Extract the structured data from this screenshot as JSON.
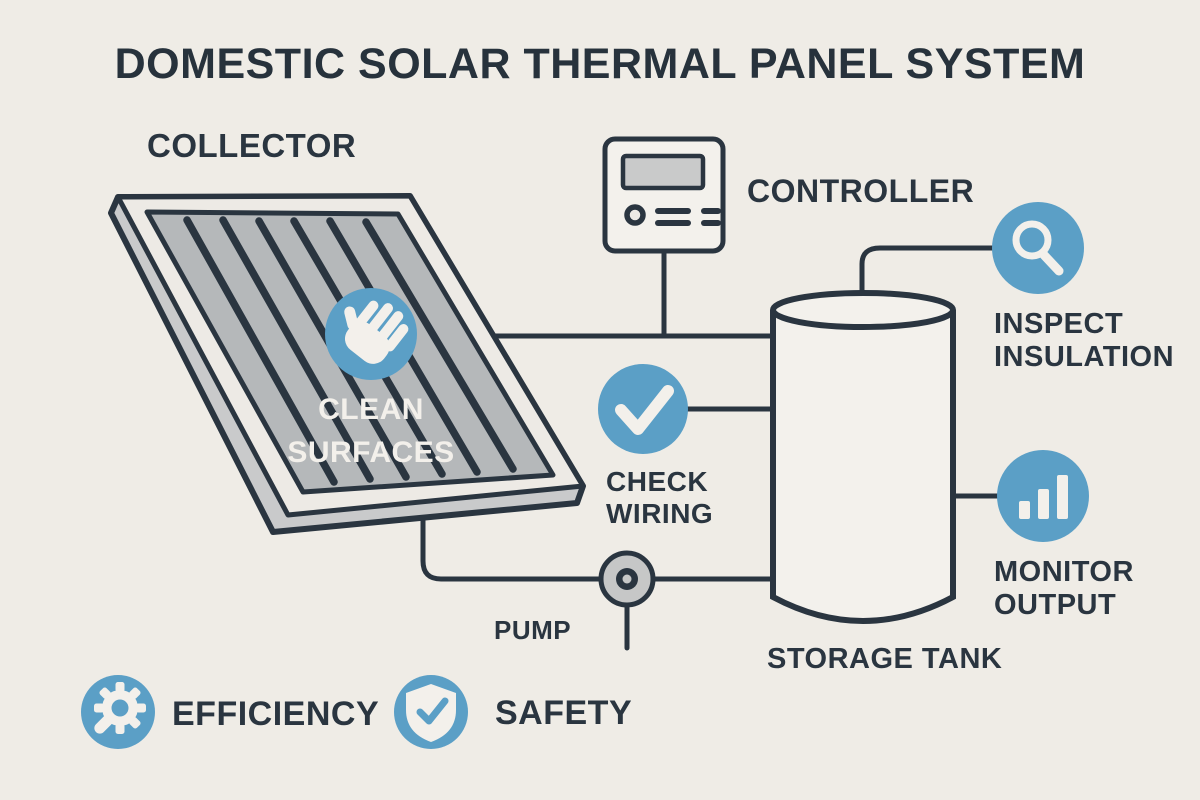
{
  "title": "DOMESTIC SOLAR THERMAL PANEL SYSTEM",
  "colors": {
    "background": "#EFECE6",
    "ink": "#2A3540",
    "accent_blue": "#5B9FC6",
    "panel_gray": "#B5B8BA",
    "bevel_gray": "#C9CACB",
    "frame_cream": "#EDEAE5",
    "tank_fill": "#F3F1EC",
    "pump_gray": "#C6C7C7",
    "light_text": "#F3F0EB"
  },
  "labels": {
    "collector": "COLLECTOR",
    "controller": "CONTROLLER",
    "storage_tank": "STORAGE TANK",
    "pump": "PUMP"
  },
  "callouts": {
    "clean_surfaces": {
      "icon": "hand-icon",
      "line1": "CLEAN",
      "line2": "SURFACES"
    },
    "check_wiring": {
      "icon": "check-icon",
      "line1": "CHECK",
      "line2": "WIRING"
    },
    "inspect_insulation": {
      "icon": "magnifier-icon",
      "line1": "INSPECT",
      "line2": "INSULATION"
    },
    "monitor_output": {
      "icon": "bar-chart-icon",
      "line1": "MONITOR",
      "line2": "OUTPUT"
    }
  },
  "legend": [
    {
      "icon": "gear-icon",
      "label": "EFFICIENCY"
    },
    {
      "icon": "shield-check-icon",
      "label": "SAFETY"
    }
  ]
}
